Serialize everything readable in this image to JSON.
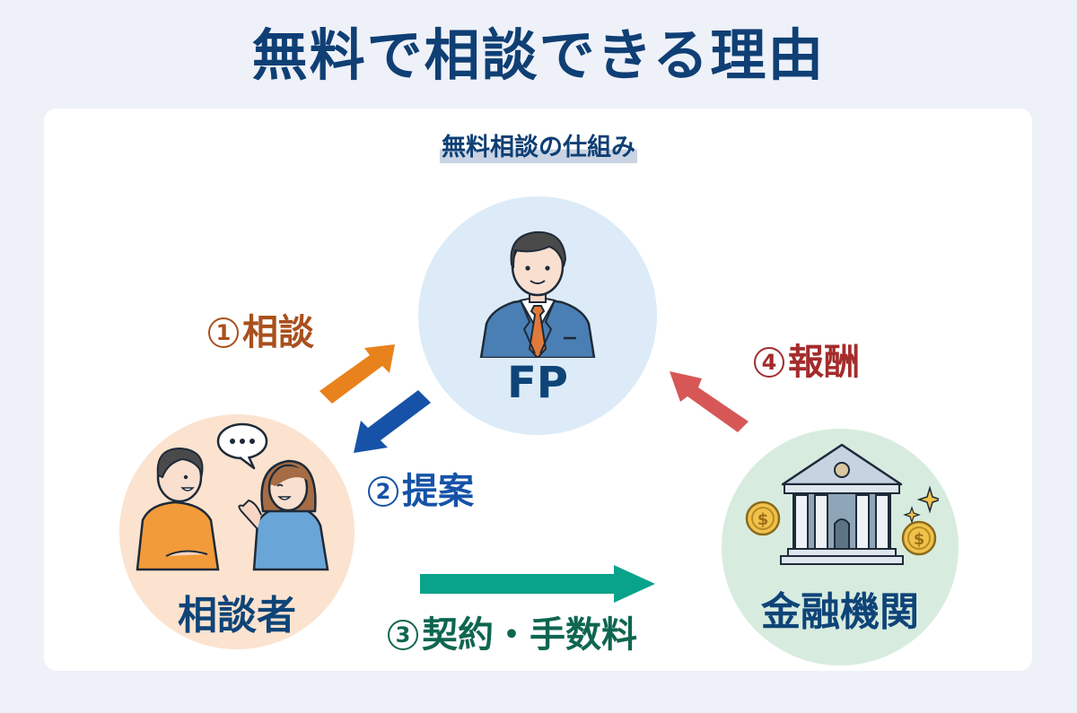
{
  "header": {
    "title": "無料で相談できる理由"
  },
  "diagram": {
    "subtitle": "無料相談の仕組み",
    "nodes": {
      "fp": {
        "label": "FP",
        "icon": "advisor-icon",
        "bg_color": "#dcebf7"
      },
      "client": {
        "label": "相談者",
        "icon": "clients-talking-icon",
        "bg_color": "#fbe3cf"
      },
      "bank": {
        "label": "金融機関",
        "icon": "bank-building-icon",
        "bg_color": "#d7ecdf"
      }
    },
    "steps": [
      {
        "number": "1",
        "label": "相談",
        "from": "相談者",
        "to": "FP",
        "color": "#e8821c",
        "text_color": "#a9501c"
      },
      {
        "number": "2",
        "label": "提案",
        "from": "FP",
        "to": "相談者",
        "color": "#1653a8",
        "text_color": "#1653a8"
      },
      {
        "number": "3",
        "label": "契約・手数料",
        "from": "相談者",
        "to": "金融機関",
        "color": "#08a38a",
        "text_color": "#0e6650"
      },
      {
        "number": "4",
        "label": "報酬",
        "from": "金融機関",
        "to": "FP",
        "color": "#d75757",
        "text_color": "#a42c2c"
      }
    ],
    "speech_bubble": "…"
  }
}
